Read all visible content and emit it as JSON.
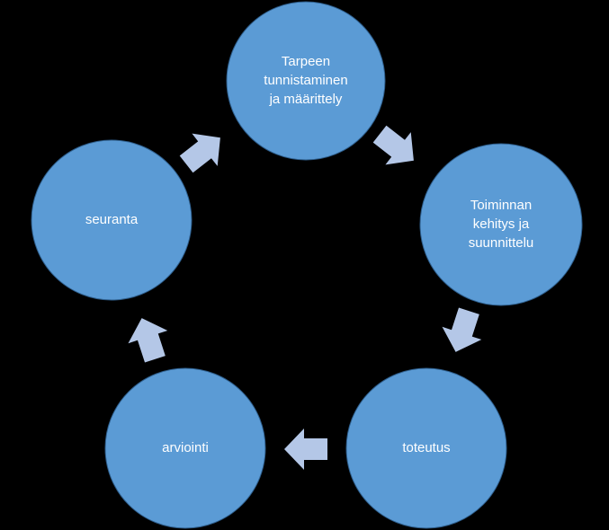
{
  "theme": {
    "background": "#000000",
    "node_fill": "#5B9BD5",
    "node_stroke": "#2E5E8C",
    "arrow_fill": "#B4C7E7",
    "text_color": "#FFFFFF"
  },
  "nodes": [
    {
      "id": "needs",
      "lines": [
        "Tarpeen",
        "tunnistaminen",
        "ja määrittely"
      ]
    },
    {
      "id": "development",
      "lines": [
        "Toiminnan",
        "kehitys ja",
        "suunnittelu"
      ]
    },
    {
      "id": "implementation",
      "lines": [
        "toteutus"
      ]
    },
    {
      "id": "evaluation",
      "lines": [
        "arviointi"
      ]
    },
    {
      "id": "monitoring",
      "lines": [
        "seuranta"
      ]
    }
  ],
  "arrows": [
    {
      "from": "needs",
      "to": "development"
    },
    {
      "from": "development",
      "to": "implementation"
    },
    {
      "from": "implementation",
      "to": "evaluation"
    },
    {
      "from": "evaluation",
      "to": "monitoring"
    },
    {
      "from": "monitoring",
      "to": "needs"
    }
  ]
}
